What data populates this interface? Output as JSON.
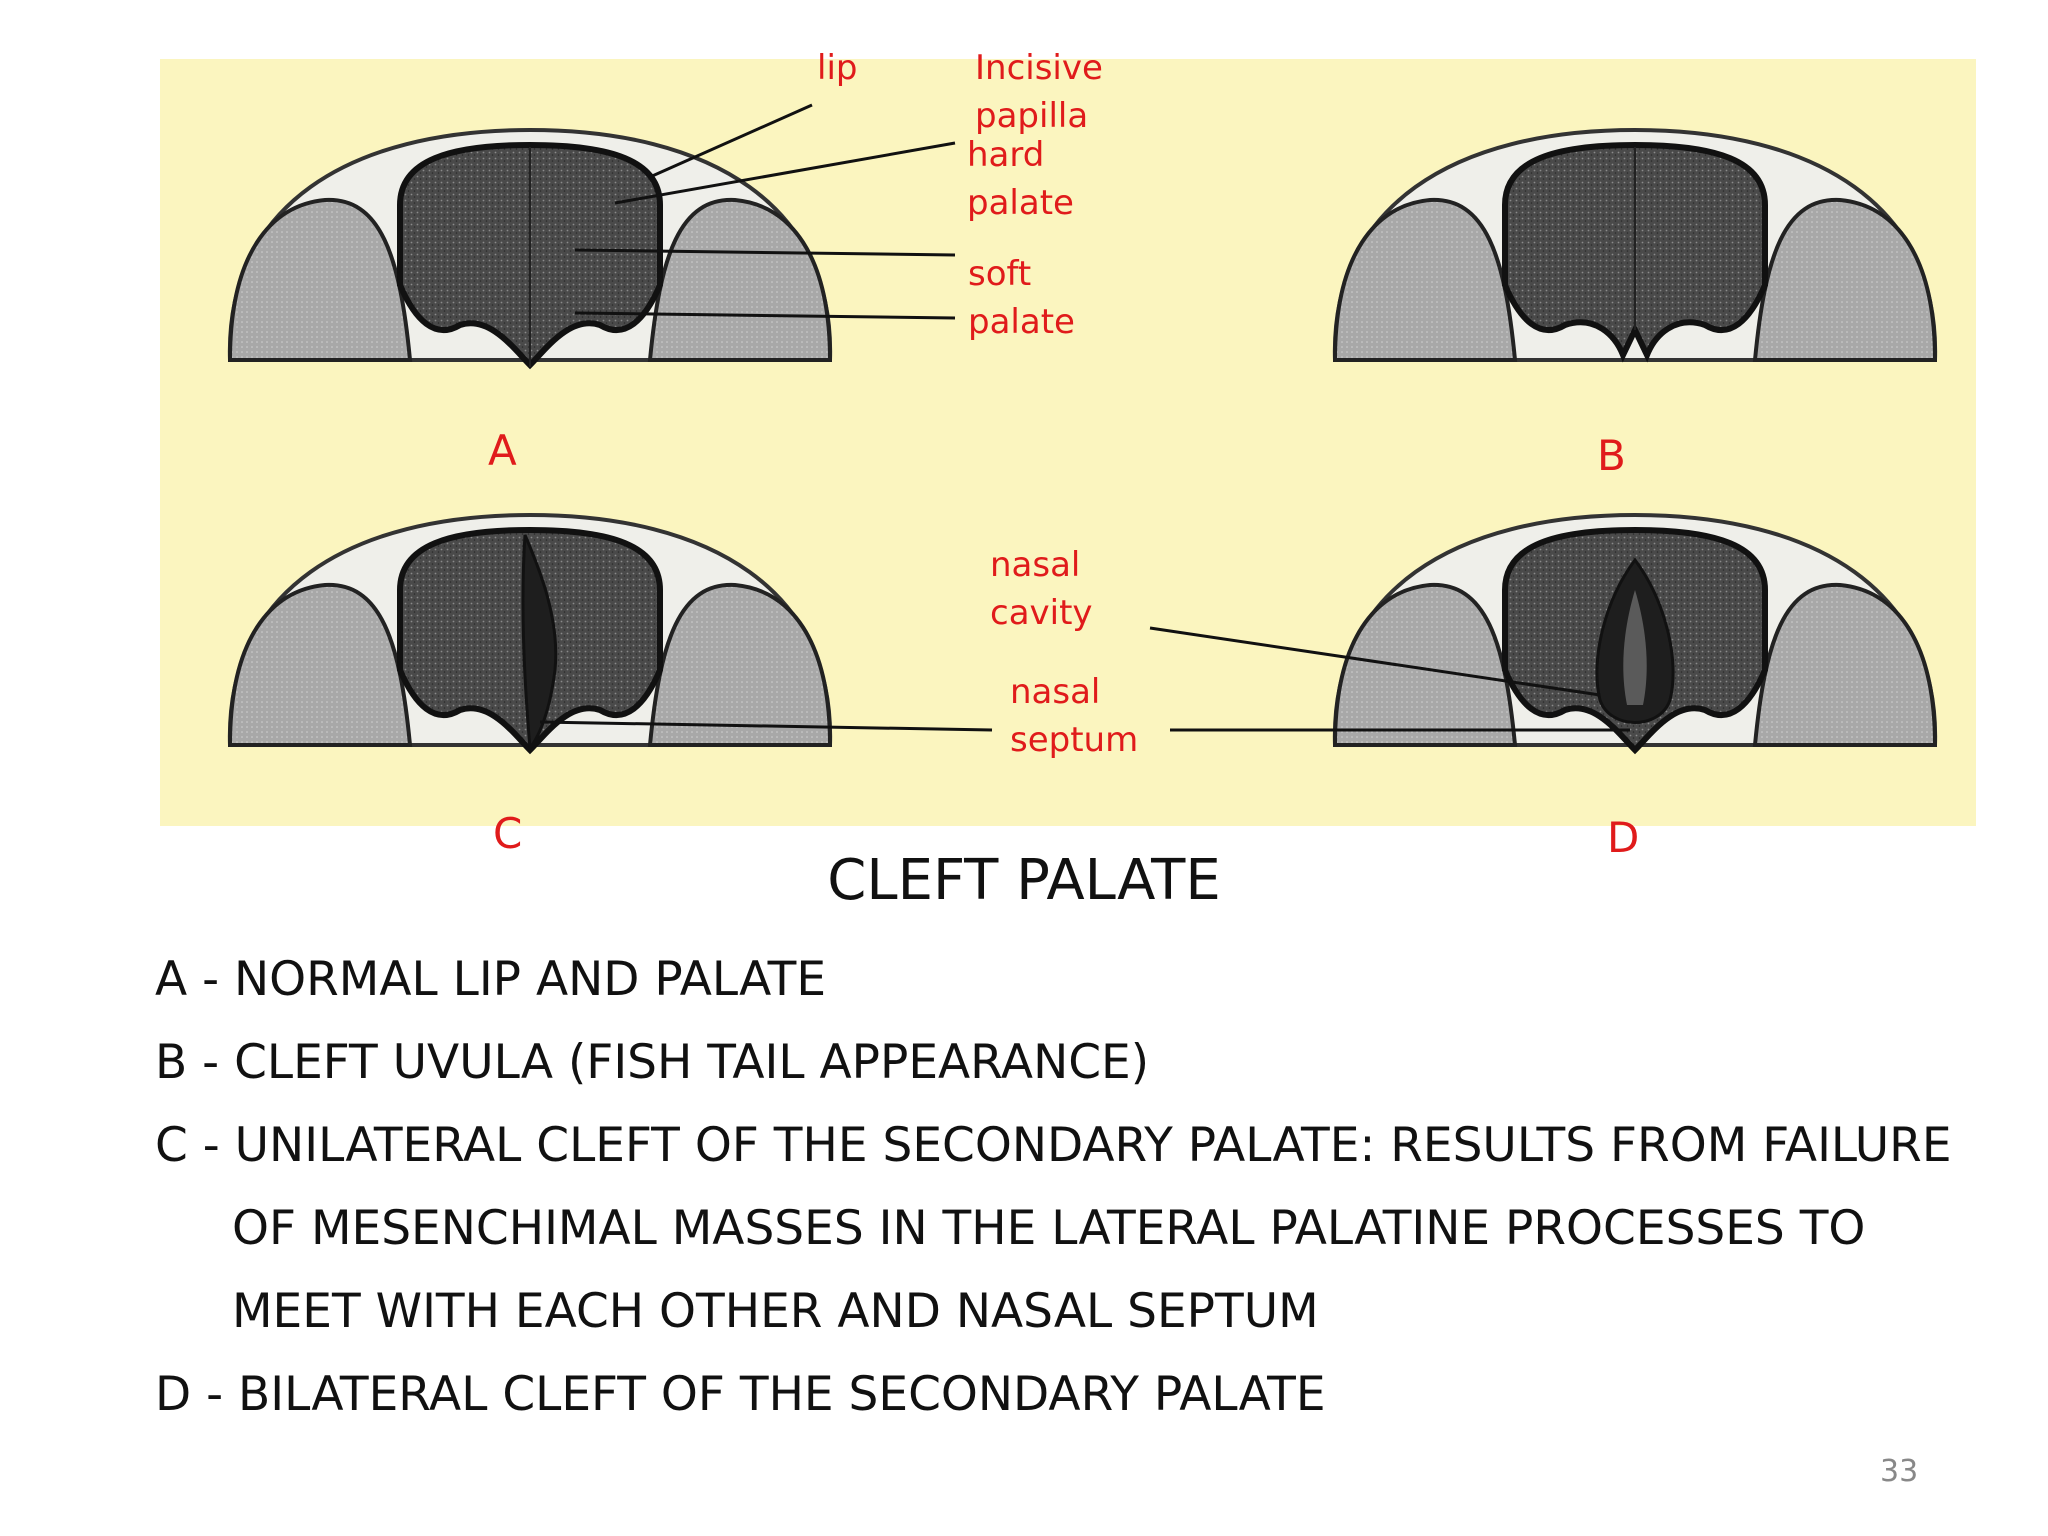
{
  "slide": {
    "title": "CLEFT PALATE",
    "page_number": "33"
  },
  "figure": {
    "background_color": "#fbf5bf",
    "label_color": "#e01b1b",
    "labels": {
      "lip": "lip",
      "incisive_papilla": "Incisive\npapilla",
      "hard_palate": "hard\npalate",
      "soft_palate": "soft\npalate",
      "nasal_cavity": "nasal\ncavity",
      "nasal_septum": "nasal\nseptum"
    },
    "panel_letters": [
      "A",
      "B",
      "C",
      "D"
    ]
  },
  "captions": [
    "A - NORMAL LIP AND PALATE",
    "B - CLEFT UVULA (FISH TAIL APPEARANCE)",
    "C - UNILATERAL CLEFT OF THE SECONDARY PALATE: RESULTS FROM FAILURE",
    "OF MESENCHIMAL MASSES IN THE LATERAL PALATINE PROCESSES TO",
    "MEET WITH EACH OTHER AND NASAL SEPTUM",
    "D - BILATERAL CLEFT OF THE SECONDARY PALATE"
  ]
}
